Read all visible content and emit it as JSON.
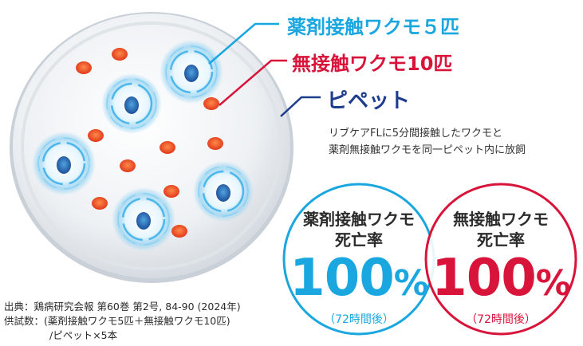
{
  "labels": {
    "treated": "薬剤接触ワクモ５匹",
    "untreated": "無接触ワクモ10匹",
    "pipette": "ピペット"
  },
  "description": {
    "line1": "リブケアFLに5分間接触したワクモと",
    "line2": "薬剤無接触ワクモを同一ピペット内に放飼"
  },
  "results": [
    {
      "title1": "薬剤接触ワクモ",
      "title2": "死亡率",
      "value": "100",
      "unit": "%",
      "note": "（72時間後）"
    },
    {
      "title1": "無接触ワクモ",
      "title2": "死亡率",
      "value": "100",
      "unit": "%",
      "note": "（72時間後）"
    }
  ],
  "source": {
    "line1": "出典：鶏病研究会報 第60巻 第2号, 84-90 (2024年)",
    "line2": "供試数：(薬剤接触ワクモ5匹＋無接触ワクモ10匹)",
    "line3": "/ピペット×5本"
  },
  "colors": {
    "blue": "#1aa7e0",
    "red": "#d8143a",
    "navy": "#1d3c8e"
  }
}
